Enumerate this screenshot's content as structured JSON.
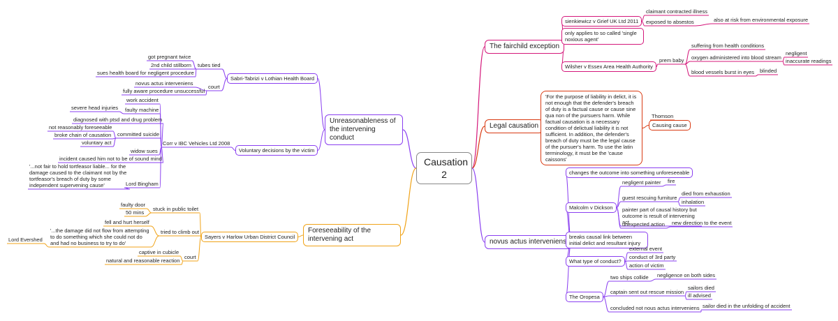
{
  "central": "Causation 2",
  "colors": {
    "fairchild": "#d4177a",
    "legal": "#d93a12",
    "novus": "#8a3ff0",
    "unreasonable": "#8a3ff0",
    "foreseeability": "#f0a318",
    "central_border": "#888888"
  },
  "fairchild": {
    "topic": "The fairchild exception",
    "sienkiewicz": {
      "label": "sienkiewicz v Grief UK Ltd 2011",
      "claimant": "claimant contracted illness",
      "exposed": "exposed to absestos",
      "risk": "also at risk from environmental exposure"
    },
    "single_agent": "only applies to so called 'single noxious agent'",
    "wilsher": {
      "label": "Wilsher v Essex Area Health Authority",
      "prem_baby": "prem baby",
      "suffering": "suffering from health conditions",
      "oxygen": "oxygen administered into blood stream",
      "negligent": "negligent",
      "inaccurate": "inaccurate readings",
      "vessels": "blood vessels burst in eyes",
      "blinded": "blinded"
    }
  },
  "legal": {
    "topic": "Legal causation",
    "quote": "'For the purpose of liability in delict, it is not enough that the defender's breach of duty is a factual cause or cause sine qua non of the pursuers harm. While factual causation is a necessary condition of delictual liability it is not sufficient. In addition, the defender's breach of duty must be the legal cause of the pursuer's harm. To use the latin terminology, it must be the 'cause caissons'",
    "thomson": "Thomson",
    "causing": "Causing cause"
  },
  "novus": {
    "topic": "novus actus interveniens",
    "changes": "changes the outcome into something unforeseeable",
    "malcolm": {
      "label": "Malcolm v Dickson",
      "painter": "negligent painter",
      "fire": "fire",
      "guest": "guest rescuing furniture",
      "exhaustion": "died from exhaustion",
      "inhalation": "inhalation",
      "painter_part": "painter part of causal history but outcome is result of intervening act",
      "unexpected": "unexpected action",
      "new_direction": "new direction to the event"
    },
    "breaks": "breaks causal link between initial delict and resultant injury",
    "conduct": {
      "label": "What type of conduct?",
      "external": "external event",
      "third": "conduct of 3rd party",
      "victim": "action of victim"
    },
    "oropesa": {
      "label": "The Oropesa",
      "collide": "two ships collide",
      "both_sides": "negligence on both sides",
      "captain": "captain sent out rescue mission",
      "sailors": "sailors died",
      "ill_advised": "ill advised",
      "concluded": "concluded not nous actus interveniens",
      "sailor_died": "sailor died in the unfolding of accident"
    }
  },
  "unreasonable": {
    "topic": "Unreasonableness of the intervening conduct",
    "sabri": {
      "label": "Sabri-Tabrizi v Lothian Health Board",
      "tubes": "tubes tied",
      "pregnant": "got pregnant twice",
      "stillborn": "2nd child stillborn",
      "sues": "sues health board for negligent procedure",
      "court": "court",
      "novus": "novus actus interveniens",
      "aware": "fully aware procedure unsuccessful"
    },
    "voluntary": {
      "label": "Voluntary decisions by the victim",
      "corr": "Corr v IBC Vehicles Ltd 2008",
      "work_accident": "work accident",
      "head_injuries": "severe head injuries",
      "faulty_machine": "faulty machine",
      "ptsd": "diagnosed with ptsd and drug problem",
      "committed": "committed suicide",
      "not_foreseeable": "not reasonably foreseeable",
      "broke_chain": "broke chain of causation",
      "voluntary_act": "voluntary act",
      "widow": "widow sues",
      "incident": "incident caused him not to be of sound mind",
      "quote": "'...not fair to hold tortfeasor liable... for the damage caused to the claimant not by the tortfeasor's breach of duty by some independent supervening cause'",
      "bingham": "Lord Bingham"
    }
  },
  "foreseeability": {
    "topic": "Foreseeability of the intervening act",
    "sayers": {
      "label": "Sayers v Harlow Urban District Council",
      "stuck": "stuck in public toilet",
      "faulty_door": "faulty door",
      "mins": "50 mins",
      "climb": "tried to climb out",
      "fell": "fell and hurt herself",
      "quote": "'...the damage did not flow from attempting to do something which she could not do and had no business to try to do'",
      "evershed": "Lord Evershed",
      "court": "court",
      "captive": "captive in cubicle",
      "natural": "natural and reasonable reaction"
    }
  }
}
